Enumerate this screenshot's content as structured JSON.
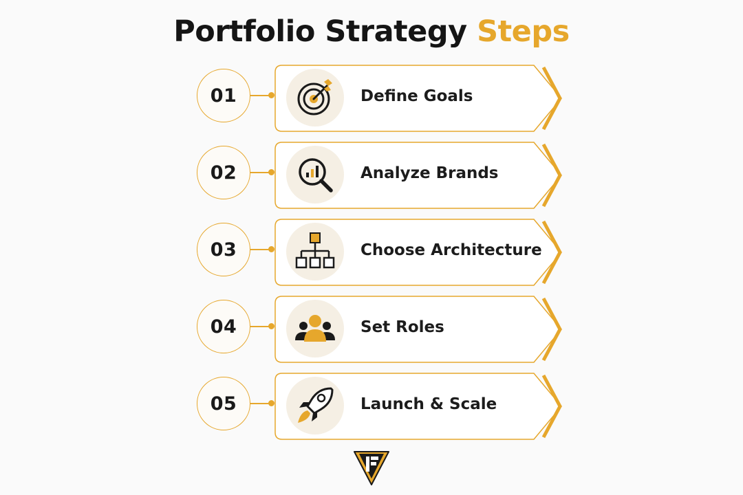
{
  "title": {
    "main": "Portfolio Strategy",
    "accent_word": "Steps"
  },
  "colors": {
    "accent": "#e6a72c",
    "text": "#1a1a1a",
    "icon_bg": "#f5efe4",
    "background": "#fafafa"
  },
  "steps": [
    {
      "number": "01",
      "label": "Define Goals",
      "icon": "target-icon"
    },
    {
      "number": "02",
      "label": "Analyze Brands",
      "icon": "magnifier-chart-icon"
    },
    {
      "number": "03",
      "label": "Choose Architecture",
      "icon": "hierarchy-icon"
    },
    {
      "number": "04",
      "label": "Set Roles",
      "icon": "team-icon"
    },
    {
      "number": "05",
      "label": "Launch & Scale",
      "icon": "rocket-icon"
    }
  ],
  "logo": {
    "name": "brand-logo",
    "text": "F"
  }
}
